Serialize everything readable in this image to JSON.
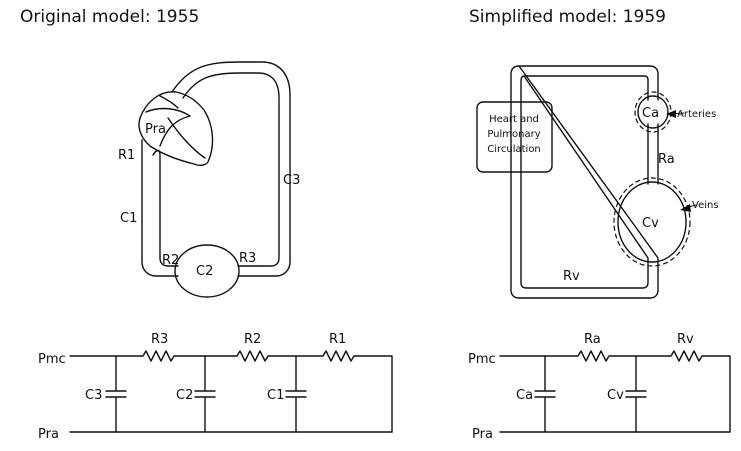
{
  "left": {
    "title": "Original model: 1955",
    "diagram": {
      "pra": "Pra",
      "r1": "R1",
      "c1": "C1",
      "r2": "R2",
      "c2": "C2",
      "r3": "R3",
      "c3": "C3"
    },
    "circuit": {
      "pmc": "Pmc",
      "pra": "Pra",
      "r3": "R3",
      "r2": "R2",
      "r1": "R1",
      "c3": "C3",
      "c2": "C2",
      "c1": "C1"
    }
  },
  "right": {
    "title": "Simplified model: 1959",
    "diagram": {
      "heart_line1": "Heart and",
      "heart_line2": "Pulmonary",
      "heart_line3": "Circulation",
      "ca": "Ca",
      "arteries": "Arteries",
      "ra": "Ra",
      "cv": "Cv",
      "veins": "Veins",
      "rv": "Rv"
    },
    "circuit": {
      "pmc": "Pmc",
      "pra": "Pra",
      "ra": "Ra",
      "rv": "Rv",
      "ca": "Ca",
      "cv": "Cv"
    }
  }
}
